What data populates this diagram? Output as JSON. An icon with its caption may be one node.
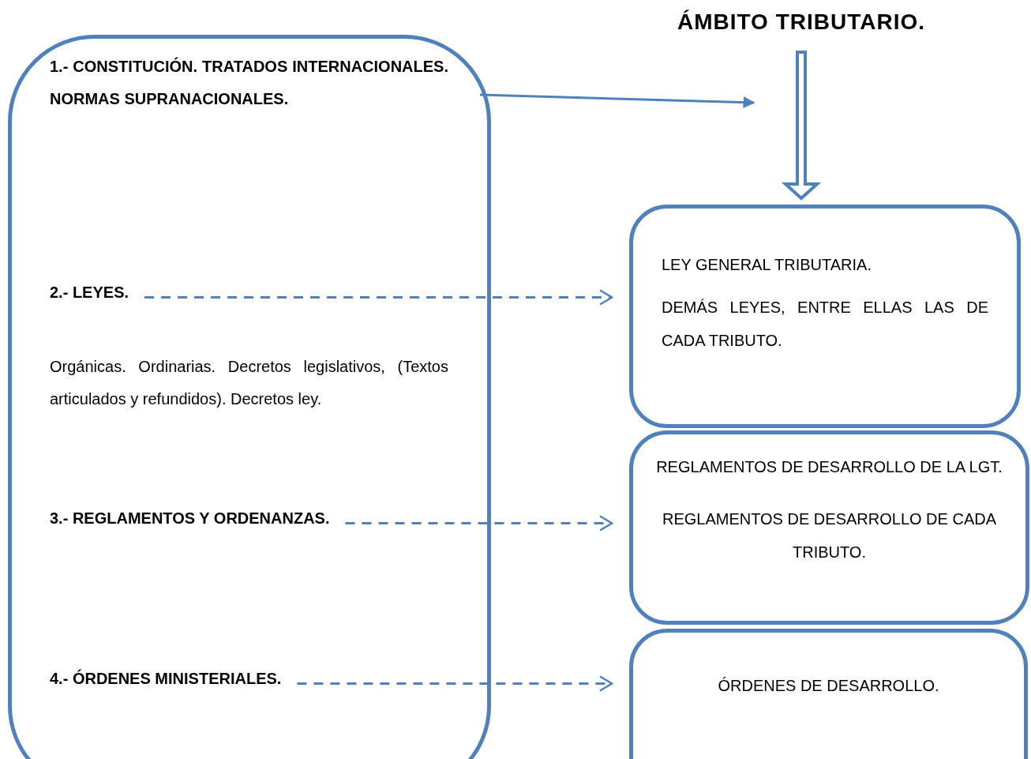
{
  "diagram": {
    "nodes": [
      {
        "text": [],
        "shape": "box"
      },
      {
        "text": [
          "1.- CONSTITUCIÓN. TRATADOS INTERNACIONALES. NORMAS SUPRANACIONALES."
        ],
        "in": 0
      },
      {
        "text": [
          "2.- LEYES."
        ],
        "in": 0
      },
      {
        "text": [
          "3.- REGLAMENTOS Y ORDENANZAS."
        ],
        "in": 0
      },
      {
        "text": [
          "4.- ÓRDENES MINISTERIALES."
        ],
        "in": 0
      },
      {
        "text": [
          "ÁMBITO TRIBUTARIO."
        ]
      },
      {
        "text": [
          "LEY GENERAL TRIBUTARIA.",
          "DEMÁS LEYES, ENTRE ELLAS LAS DE CADA TRIBUTO."
        ]
      },
      {
        "text": [
          "REGLAMENTOS DE DESARROLLO DE LA LGT.",
          "REGLAMENTOS DE DESARROLLO DE CADA TRIBUTO."
        ]
      },
      {
        "text": [
          "ÓRDENES DE DESARROLLO."
        ]
      }
    ],
    "edges": [
      {
        "from": 1,
        "to": null,
        "arrow": "to"
      },
      {
        "from": 5,
        "to": 6,
        "arrow": "to",
        "style": "thick"
      },
      {
        "from": 2,
        "to": 6,
        "arrow": "to",
        "style": "dashed"
      },
      {
        "from": 3,
        "to": 7,
        "arrow": "to",
        "style": "dashed"
      },
      {
        "from": 4,
        "to": 8,
        "arrow": "to",
        "style": "dashed"
      }
    ],
    "labels": [
      "Orgánicas. Ordinarias. Decretos legislativos, (Textos articulados y refundidos). Decretos ley."
    ]
  }
}
